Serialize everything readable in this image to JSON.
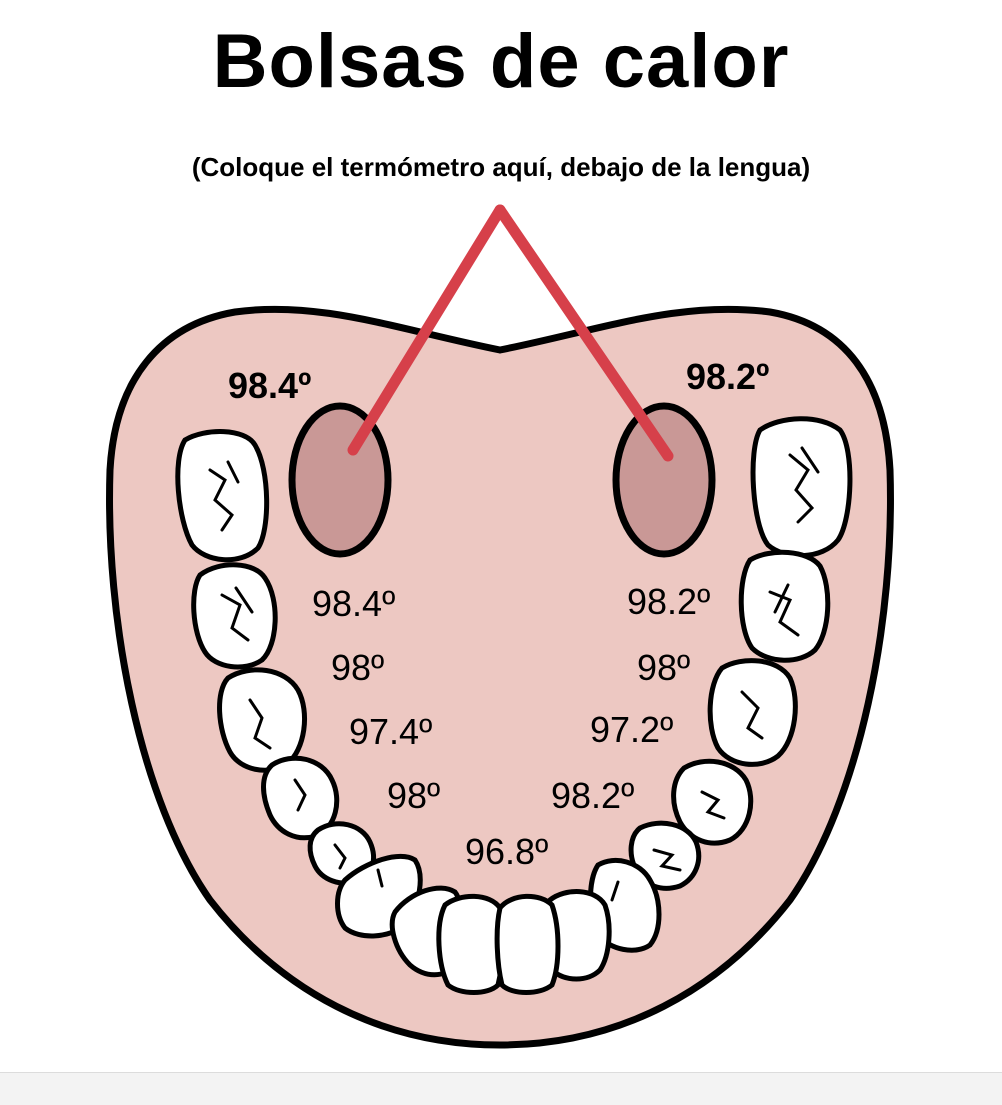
{
  "title": "Bolsas de calor",
  "subtitle": "(Coloque el termómetro aquí, debajo de la lengua)",
  "colors": {
    "tongue": "#edc8c2",
    "pocket": "#c99896",
    "pointer": "#d6404a",
    "tooth": "#ffffff",
    "outline": "#000000"
  },
  "temperatures": {
    "left_pocket": "98.4º",
    "right_pocket": "98.2º",
    "left_row_1": "98.4º",
    "left_row_2": "98º",
    "left_row_3": "97.4º",
    "left_row_4": "98º",
    "right_row_1": "98.2º",
    "right_row_2": "98º",
    "right_row_3": "97.2º",
    "right_row_4": "98.2º",
    "front": "96.8º"
  }
}
